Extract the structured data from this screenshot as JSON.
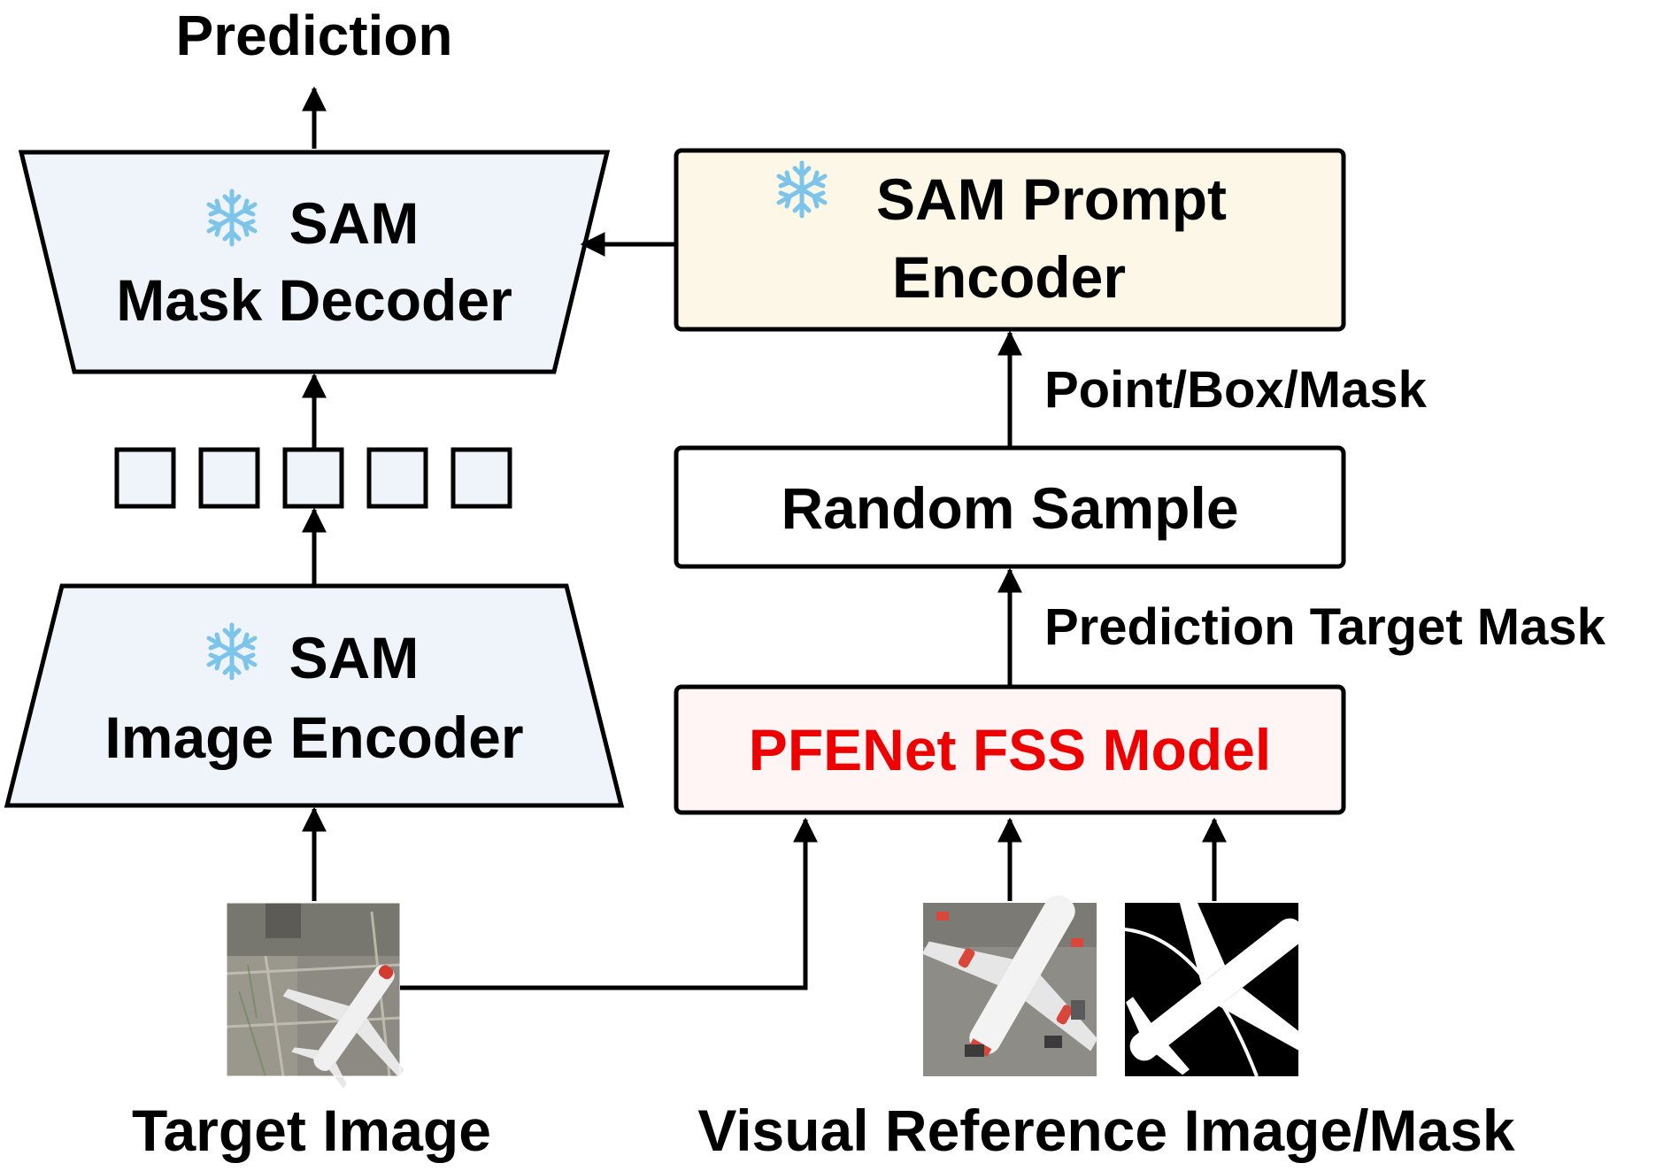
{
  "colors": {
    "stroke": "#000000",
    "sam_fill": "#eef4fa",
    "prompt_fill": "#fcf7e6",
    "pfenet_fill": "#fff5f5",
    "pfenet_text": "#ee0000",
    "snowflake": "#7dc4ea"
  },
  "top_output": {
    "label": "Prediction"
  },
  "mask_decoder": {
    "line1": "SAM",
    "line2": "Mask Decoder",
    "icon": "snowflake-icon"
  },
  "image_encoder": {
    "line1": "SAM",
    "line2": "Image Encoder",
    "icon": "snowflake-icon"
  },
  "prompt_encoder": {
    "line1": "SAM Prompt",
    "line2": "Encoder",
    "icon": "snowflake-icon"
  },
  "embedding_tokens": {
    "count": 5
  },
  "random_sample": {
    "label": "Random Sample"
  },
  "pfenet": {
    "label": "PFENet FSS Model"
  },
  "edge_labels": {
    "prompt_type": "Point/Box/Mask",
    "prediction_mask": "Prediction Target Mask"
  },
  "inputs": {
    "target_label": "Target Image",
    "reference_label": "Visual Reference Image/Mask"
  }
}
